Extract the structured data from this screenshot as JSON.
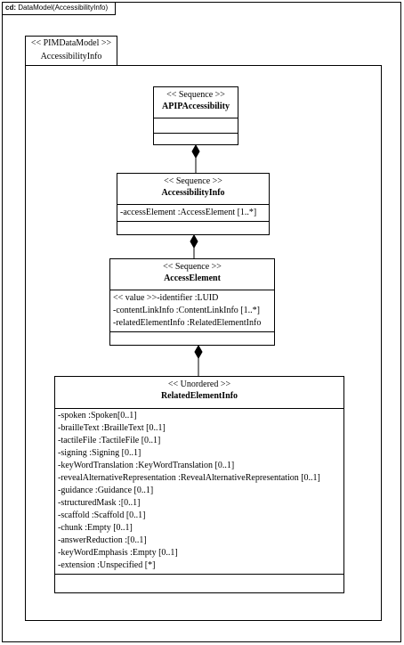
{
  "diagram": {
    "frame_prefix": "cd:",
    "frame_title": "DataModel(AccessibilityInfo)",
    "package": {
      "stereotype": "<< PIMDataModel >>",
      "name": "AccessibilityInfo"
    },
    "classes": [
      {
        "stereotype": "<< Sequence >>",
        "name": "APIPAccessibility",
        "attributes": []
      },
      {
        "stereotype": "<< Sequence >>",
        "name": "AccessibilityInfo",
        "attributes": [
          "-accessElement :AccessElement [1..*]"
        ]
      },
      {
        "stereotype": "<< Sequence >>",
        "name": "AccessElement",
        "attributes": [
          "<< value >>-identifier :LUID",
          "-contentLinkInfo :ContentLinkInfo [1..*]",
          "-relatedElementInfo :RelatedElementInfo"
        ]
      },
      {
        "stereotype": "<< Unordered >>",
        "name": "RelatedElementInfo",
        "attributes": [
          "-spoken :Spoken[0..1]",
          "-brailleText :BrailleText [0..1]",
          "-tactileFile :TactileFile [0..1]",
          "-signing :Signing [0..1]",
          "-keyWordTranslation :KeyWordTranslation [0..1]",
          "-revealAlternativeRepresentation :RevealAlternativeRepresentation [0..1]",
          "-guidance :Guidance [0..1]",
          "-structuredMask :[0..1]",
          "-scaffold :Scaffold [0..1]",
          "-chunk :Empty [0..1]",
          "-answerReduction :[0..1]",
          "-keyWordEmphasis :Empty [0..1]",
          "-extension :Unspecified [*]"
        ]
      }
    ]
  }
}
